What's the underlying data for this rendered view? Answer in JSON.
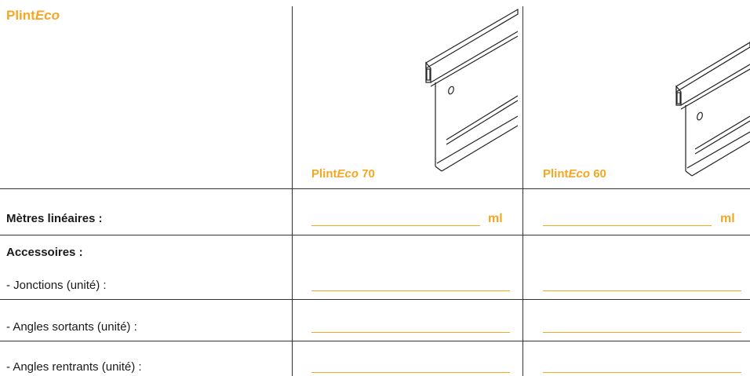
{
  "brand": {
    "prefix": "Plint",
    "suffix": "Eco"
  },
  "products": [
    {
      "prefix": "Plint",
      "suffix": "Eco",
      "model": "70"
    },
    {
      "prefix": "Plint",
      "suffix": "Eco",
      "model": "60"
    }
  ],
  "rows": {
    "metres": "Mètres linéaires :",
    "accessoires": "Accessoires :",
    "jonctions": "- Jonctions (unité) :",
    "angles_sortants": "- Angles sortants (unité) :",
    "angles_rentrants": "- Angles rentrants (unité) :"
  },
  "units": {
    "ml": "ml"
  },
  "colors": {
    "accent": "#f5a623",
    "line": "#333333"
  }
}
